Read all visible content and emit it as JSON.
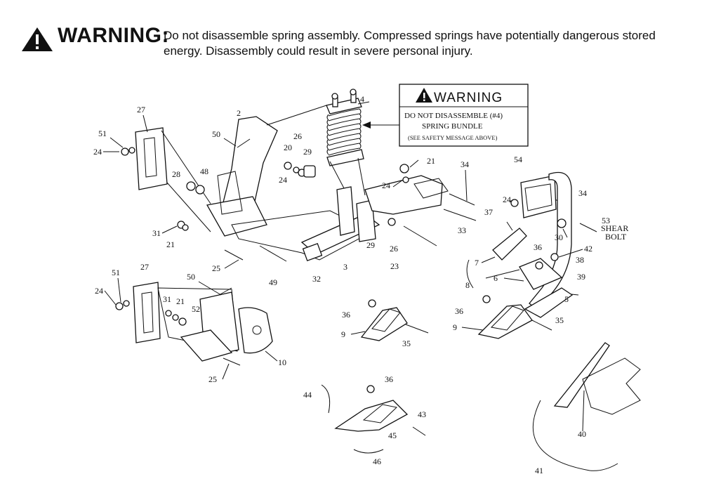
{
  "header": {
    "warning_word": "WARNING:",
    "message": "Do not disassemble spring assembly.  Compressed springs have potentially dangerous stored energy.  Disassembly could result in severe personal injury."
  },
  "decal": {
    "title": "WARNING",
    "line1": "DO NOT DISASSEMBLE (#4)",
    "line2": "SPRING BUNDLE",
    "line3": "(SEE SAFETY MESSAGE ABOVE)"
  },
  "shear_bolt": {
    "line1": "SHEAR",
    "line2": "BOLT"
  },
  "labels": {
    "l2": "2",
    "l3": "3",
    "l4": "4",
    "l5": "5",
    "l6": "6",
    "l7": "7",
    "l8": "8",
    "l9a": "9",
    "l9b": "9",
    "l10": "10",
    "l20": "20",
    "l21a": "21",
    "l21b": "21",
    "l21c": "21",
    "l23": "23",
    "l24a": "24",
    "l24b": "24",
    "l24c": "24",
    "l24d": "24",
    "l24e": "24",
    "l25a": "25",
    "l25b": "25",
    "l26a": "26",
    "l26b": "26",
    "l27a": "27",
    "l27b": "27",
    "l28": "28",
    "l29a": "29",
    "l29b": "29",
    "l30": "30",
    "l31a": "31",
    "l31b": "31",
    "l32": "32",
    "l33": "33",
    "l34a": "34",
    "l34b": "34",
    "l35a": "35",
    "l35b": "35",
    "l36a": "36",
    "l36b": "36",
    "l36c": "36",
    "l36d": "36",
    "l37": "37",
    "l38": "38",
    "l39": "39",
    "l40": "40",
    "l41": "41",
    "l42": "42",
    "l43": "43",
    "l44": "44",
    "l45": "45",
    "l46": "46",
    "l48": "48",
    "l49": "49",
    "l50a": "50",
    "l50b": "50",
    "l51a": "51",
    "l51b": "51",
    "l52": "52",
    "l53": "53",
    "l54": "54"
  },
  "icons": {
    "warning": "warning-triangle-icon"
  },
  "colors": {
    "ink": "#111111",
    "paper": "#ffffff"
  }
}
